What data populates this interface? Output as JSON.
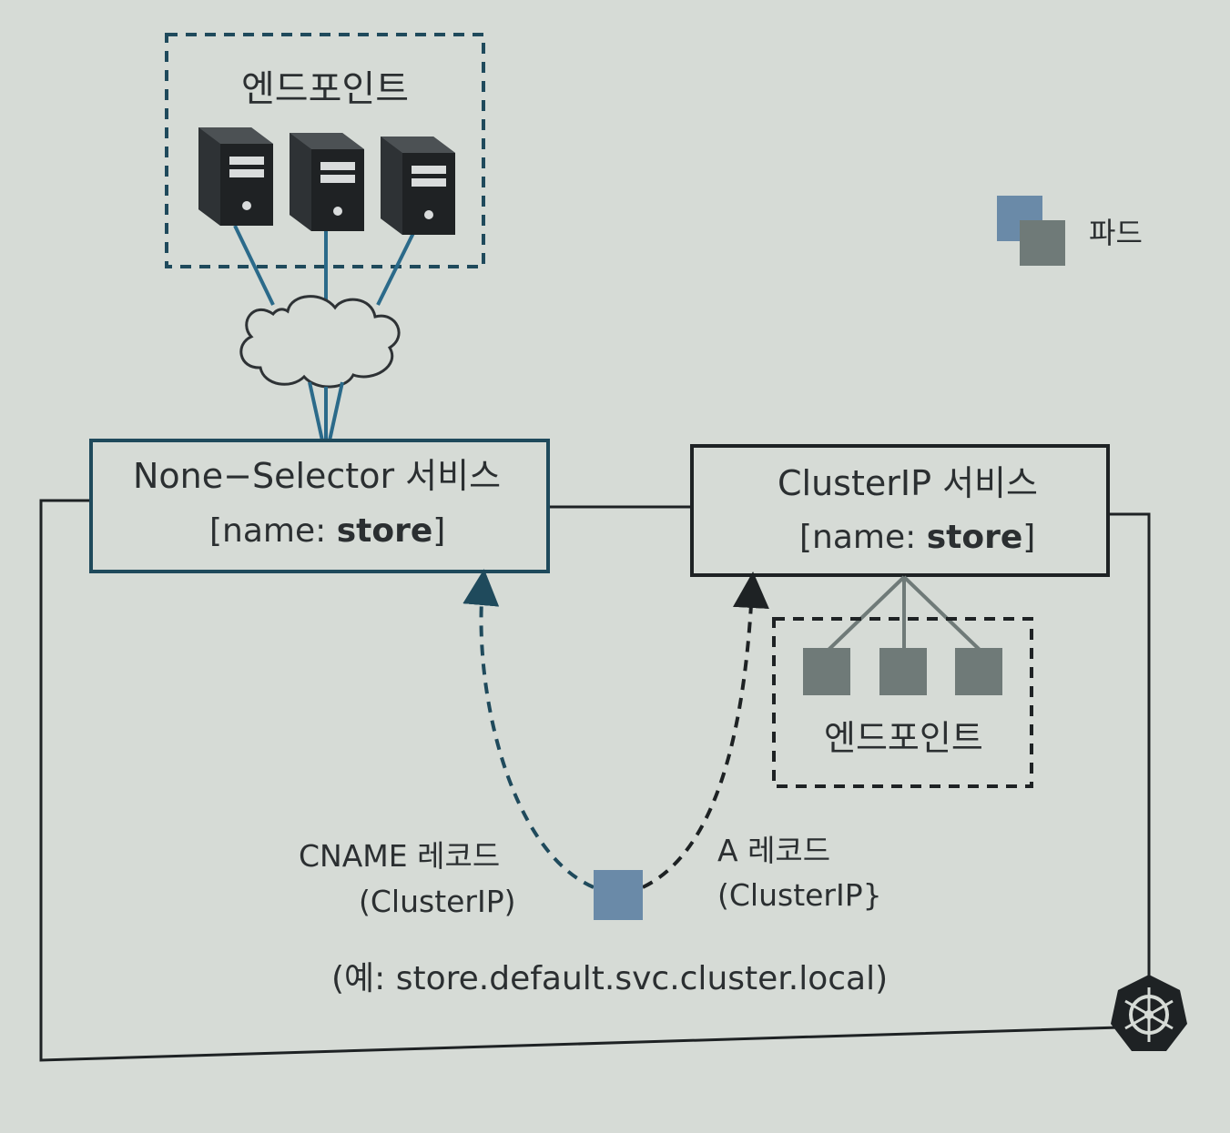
{
  "endpoint_external": {
    "label": "엔드포인트"
  },
  "legend": {
    "pod_label": "파드"
  },
  "none_selector_service": {
    "title": "None−Selector 서비스",
    "name_open": "[name: ",
    "name_value": "store",
    "name_close": "]"
  },
  "clusterip_service": {
    "title": "ClusterIP 서비스",
    "name_open": "[name: ",
    "name_value": "store",
    "name_close": "]"
  },
  "endpoint_internal": {
    "label": "엔드포인트"
  },
  "records": {
    "cname_label": "CNAME 레코드",
    "cname_sub": "(ClusterIP)",
    "a_label": "A 레코드",
    "a_sub": "(ClusterIP}"
  },
  "example_dns": "(예: store.default.svc.cluster.local)",
  "colors": {
    "dark_teal": "#1f4a5c",
    "line_blue": "#2b6a8a",
    "pod_gray": "#6f7a78",
    "pod_blue": "#6a8aa8",
    "server_dark": "#26292b"
  },
  "icons": [
    "server-icon",
    "cloud-icon",
    "pod-icon",
    "kubernetes-helm-icon"
  ]
}
